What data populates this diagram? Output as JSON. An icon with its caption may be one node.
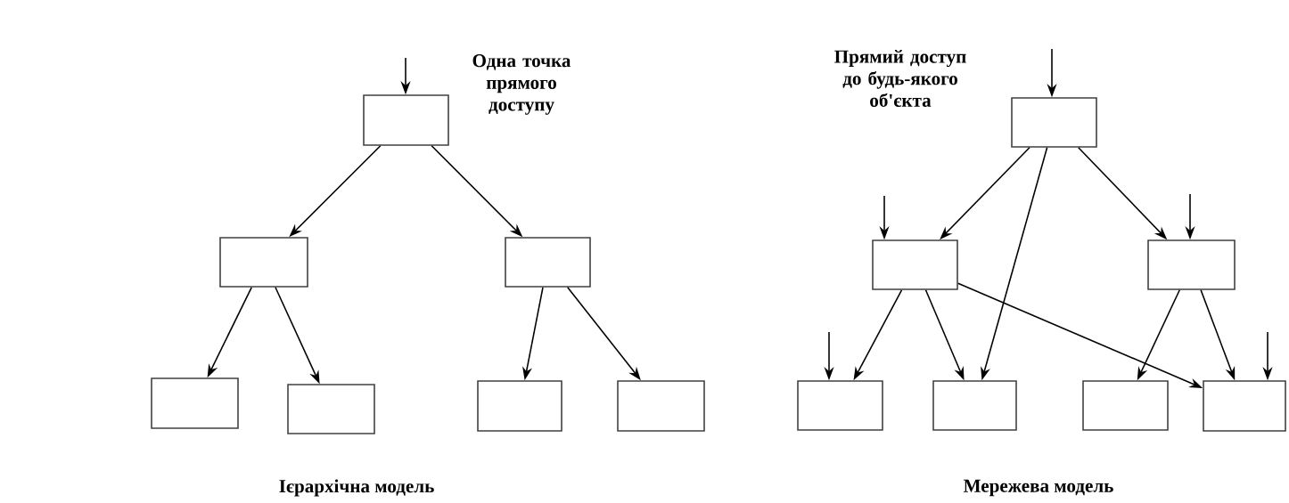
{
  "diagram": {
    "nodes": [
      {
        "text": [],
        "shape": "box"
      },
      {
        "text": [],
        "shape": "box"
      },
      {
        "text": [],
        "shape": "box"
      },
      {
        "text": [],
        "shape": "box"
      },
      {
        "text": [],
        "shape": "box"
      },
      {
        "text": [],
        "shape": "box"
      },
      {
        "text": [],
        "shape": "box"
      },
      {
        "text": [],
        "shape": "box"
      },
      {
        "text": [],
        "shape": "box"
      },
      {
        "text": [],
        "shape": "box"
      },
      {
        "text": [],
        "shape": "box"
      },
      {
        "text": [],
        "shape": "box"
      },
      {
        "text": [],
        "shape": "box"
      },
      {
        "text": [],
        "shape": "box"
      }
    ],
    "edges": [
      {
        "from": null,
        "to": 0,
        "arrow": "to"
      },
      {
        "from": 0,
        "to": 1,
        "arrow": "to"
      },
      {
        "from": 0,
        "to": 2,
        "arrow": "to"
      },
      {
        "from": 1,
        "to": 3,
        "arrow": "to"
      },
      {
        "from": 1,
        "to": 4,
        "arrow": "to"
      },
      {
        "from": 2,
        "to": 5,
        "arrow": "to"
      },
      {
        "from": 2,
        "to": 6,
        "arrow": "to"
      },
      {
        "from": null,
        "to": 7,
        "arrow": "to"
      },
      {
        "from": 7,
        "to": 8,
        "arrow": "to"
      },
      {
        "from": 7,
        "to": 9,
        "arrow": "to"
      },
      {
        "from": 7,
        "to": 11,
        "arrow": "to"
      },
      {
        "from": null,
        "to": 8,
        "arrow": "to"
      },
      {
        "from": null,
        "to": 9,
        "arrow": "to"
      },
      {
        "from": 8,
        "to": 10,
        "arrow": "to"
      },
      {
        "from": 8,
        "to": 11,
        "arrow": "to"
      },
      {
        "from": 8,
        "to": 13,
        "arrow": "to"
      },
      {
        "from": 9,
        "to": 12,
        "arrow": "to"
      },
      {
        "from": 9,
        "to": 13,
        "arrow": "to"
      },
      {
        "from": null,
        "to": 10,
        "arrow": "to"
      },
      {
        "from": null,
        "to": 13,
        "arrow": "to"
      }
    ],
    "labels": [
      "Одна точка прямого доступу",
      "Прямий доступ до будь-якого об'єкта",
      "Ієрархічна модель",
      "Мережева модель"
    ]
  }
}
